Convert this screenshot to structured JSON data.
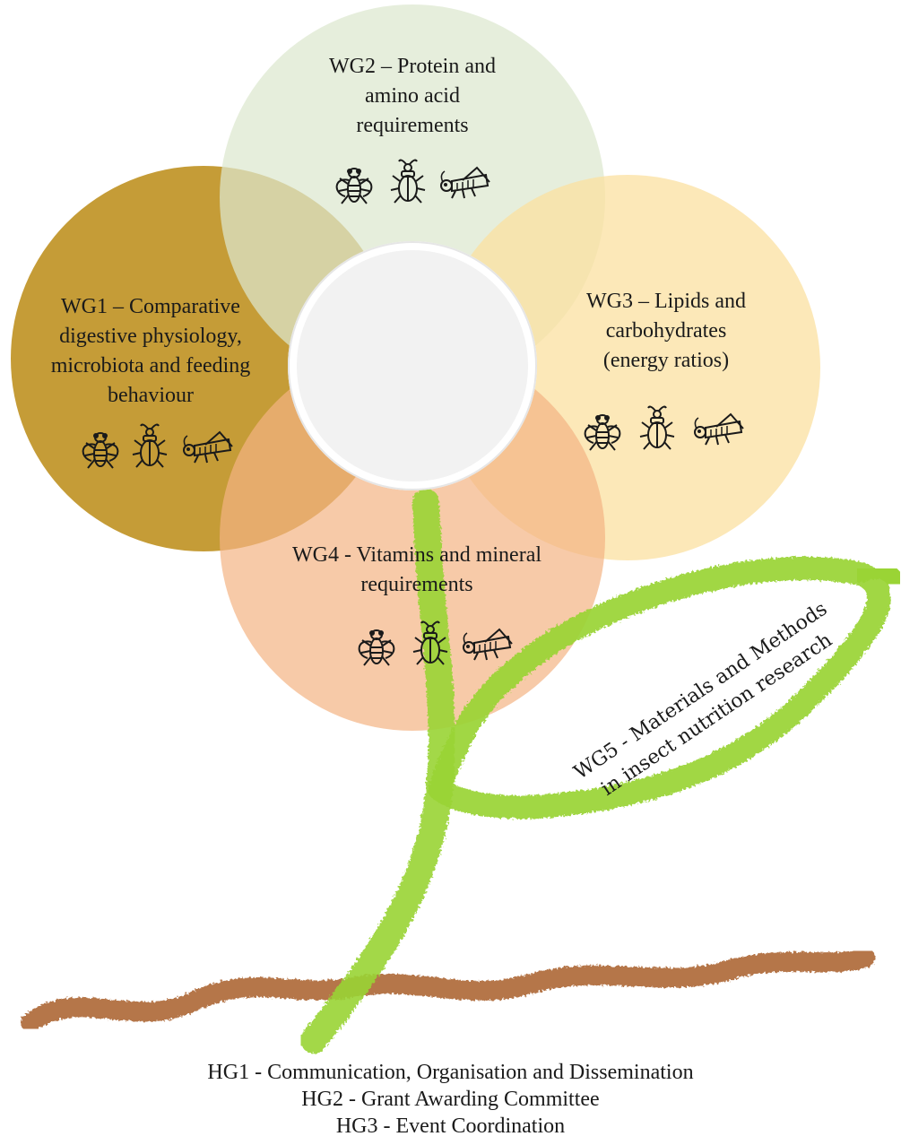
{
  "working_groups": {
    "wg1": {
      "label": "WG1 – Comparative digestive physiology, microbiota and feeding behaviour",
      "line1": "WG1 – Comparative",
      "line2": "digestive physiology,",
      "line3": "microbiota and feeding",
      "line4": "behaviour",
      "color": "#b8860b"
    },
    "wg2": {
      "label": "WG2 – Protein and amino acid requirements",
      "line1": "WG2 – Protein and",
      "line2": "amino acid",
      "line3": "requirements",
      "color": "#e3ecd9"
    },
    "wg3": {
      "label": "WG3 – Lipids and carbohydrates (energy ratios)",
      "line1": "WG3 – Lipids and",
      "line2": "carbohydrates",
      "line3": "(energy ratios)",
      "color": "#fbe3a6"
    },
    "wg4": {
      "label": "WG4 - Vitamins and mineral requirements",
      "line1": "WG4 - Vitamins and mineral",
      "line2": "requirements",
      "color": "#f3bd92"
    },
    "wg5": {
      "line1": "WG5 - Materials and Methods",
      "line2": "in insect nutrition research",
      "color": "#9acd32"
    }
  },
  "insect_icons": [
    "fly-icon",
    "beetle-icon",
    "grasshopper-icon"
  ],
  "horizontal_groups": [
    "HG1 - Communication, Organisation and Dissemination",
    "HG2 - Grant Awarding Committee",
    "HG3 - Event Coordination"
  ],
  "colors": {
    "stem": "#9ad435",
    "soil": "#b5764a",
    "center": "#f2f2f2"
  }
}
